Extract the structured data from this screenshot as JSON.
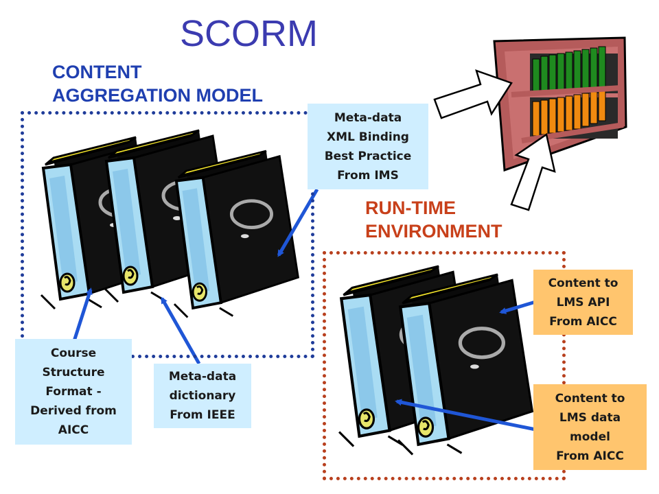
{
  "title": "SCORM",
  "content_aggregation": {
    "heading_line1": "CONTENT",
    "heading_line2": "AGGREGATION MODEL"
  },
  "run_time": {
    "heading_line1": "RUN-TIME",
    "heading_line2": "ENVIRONMENT"
  },
  "callouts": {
    "metadata_xml": [
      "Meta-data",
      "XML Binding",
      "Best Practice",
      "From IMS"
    ],
    "course_structure": [
      "Course",
      "Structure",
      "Format -",
      "Derived from",
      "AICC"
    ],
    "metadata_dictionary": [
      "Meta-data",
      "dictionary",
      "From IEEE"
    ],
    "content_api": [
      "Content to",
      "LMS API",
      "From AICC"
    ],
    "content_data_model": [
      "Content to",
      "LMS data",
      "model",
      "From AICC"
    ]
  },
  "colors": {
    "title": "#3b3bb0",
    "cam": "#1f3fb0",
    "rte": "#c8401a",
    "arrow": "#1f56d6",
    "blue_box": "#cfeeff",
    "orange_box": "#ffc56e"
  }
}
